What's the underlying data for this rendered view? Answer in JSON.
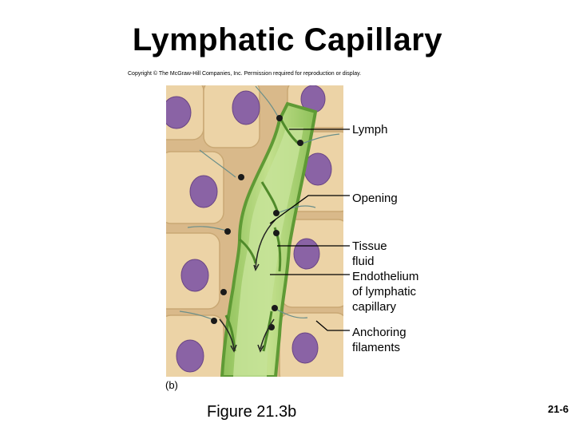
{
  "slide": {
    "title": "Lymphatic Capillary",
    "copyright": "Copyright © The McGraw-Hill Companies, Inc. Permission required for reproduction or display.",
    "panel_letter": "(b)",
    "caption": "Figure 21.3b",
    "slide_number": "21-6"
  },
  "labels": {
    "lymph": "Lymph",
    "opening": "Opening",
    "tissue_fluid": "Tissue\nfluid",
    "endothelium": "Endothelium\nof lymphatic\ncapillary",
    "anchoring_filaments": "Anchoring\nfilaments"
  },
  "colors": {
    "cell_fill": "#ecd3a6",
    "cell_edge": "#c9a874",
    "nucleus": "#8a63a5",
    "capillary_fill": "#a9cf6e",
    "capillary_edge": "#5f9a35",
    "background_tissue": "#d9b98a"
  }
}
